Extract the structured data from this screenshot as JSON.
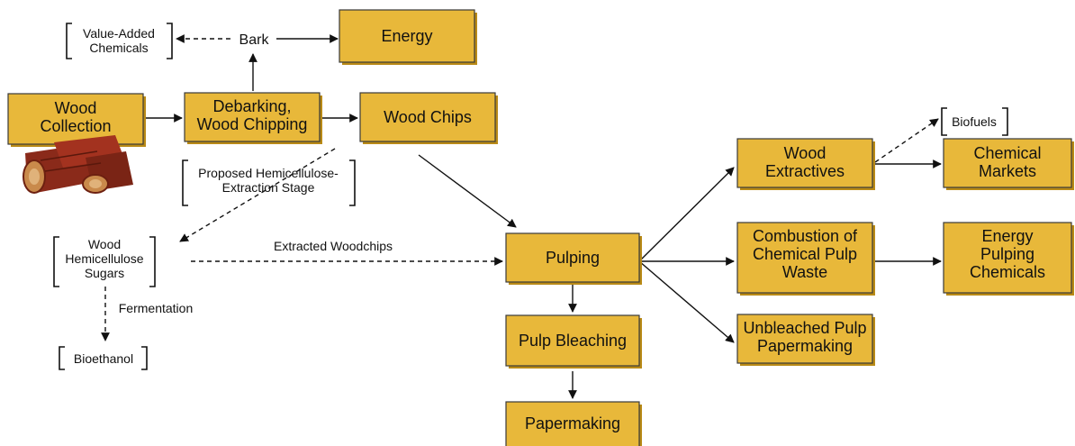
{
  "nodes": {
    "energy": [
      "Energy"
    ],
    "wood_collection": [
      "Wood",
      "Collection"
    ],
    "debarking": [
      "Debarking,",
      "Wood Chipping"
    ],
    "wood_chips": [
      "Wood Chips"
    ],
    "wood_extractives": [
      "Wood",
      "Extractives"
    ],
    "chemical_markets": [
      "Chemical",
      "Markets"
    ],
    "pulping": [
      "Pulping"
    ],
    "combustion": [
      "Combustion of",
      "Chemical Pulp",
      "Waste"
    ],
    "energy_pulping_chemicals": [
      "Energy",
      "Pulping",
      "Chemicals"
    ],
    "unbleached": [
      "Unbleached Pulp",
      "Papermaking"
    ],
    "pulp_bleaching": [
      "Pulp Bleaching"
    ],
    "papermaking": [
      "Papermaking"
    ]
  },
  "labels": {
    "bark": "Bark",
    "value_added": [
      "Value-Added",
      "Chemicals"
    ],
    "biofuels": [
      "Biofuels"
    ],
    "proposed": [
      "Proposed Hemicellulose-",
      "Extraction Stage"
    ],
    "sugars": [
      "Wood",
      "Hemicellulose",
      "Sugars"
    ],
    "bioethanol": [
      "Bioethanol"
    ],
    "extracted": "Extracted Woodchips",
    "fermentation": "Fermentation"
  },
  "icons": {
    "wood_logs": "wood-logs-icon"
  }
}
